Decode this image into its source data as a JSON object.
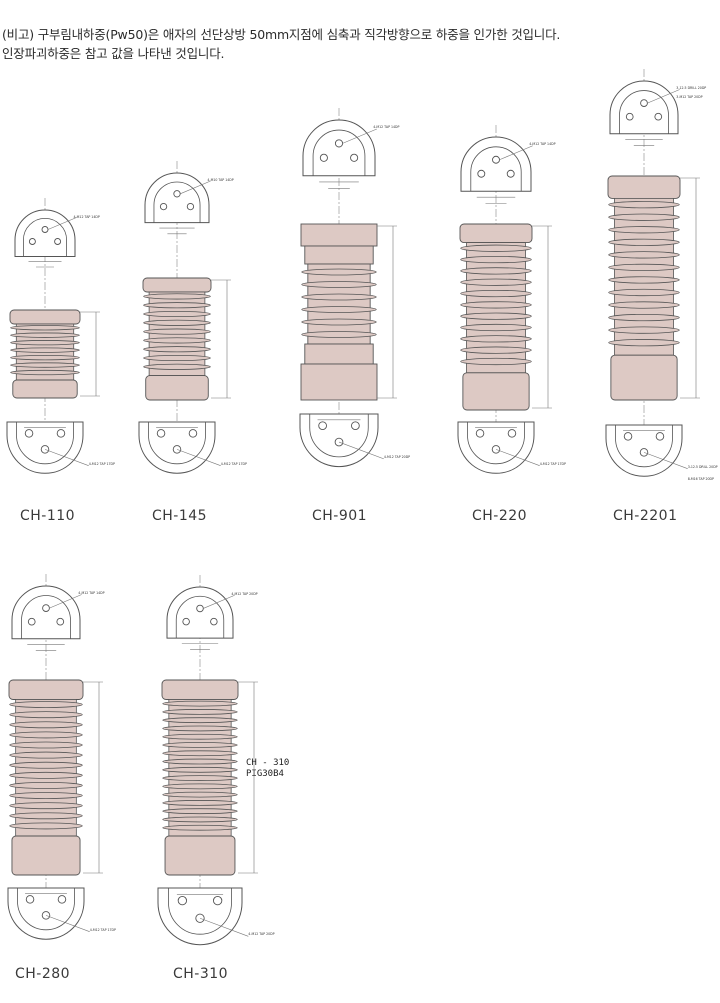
{
  "note": {
    "line1": "(비고) 구부림내하중(Pw50)은 애자의 선단상방 50mm지점에 심축과 직각방향으로 하중을 인가한 것입니다.",
    "line2": "인장파괴하중은 참고 값을 나타낸 것입니다."
  },
  "colors": {
    "body": "#ddc9c4",
    "stroke": "#555555",
    "line": "#777777"
  },
  "insulators": [
    {
      "model": "CH-110",
      "top_note": "4-M12 TAP 14DP",
      "bottom_note": "4-M12 TAP 17DP"
    },
    {
      "model": "CH-145",
      "top_note": "4-M10 TAP 14DP",
      "bottom_note": "4-M12 TAP 17DP"
    },
    {
      "model": "CH-901",
      "top_note": "4-M12 TAP 14DP",
      "bottom_note": "4-M12 TAP 20DP"
    },
    {
      "model": "CH-220",
      "top_note": "4-M12 TAP 14DP",
      "bottom_note": "4-M12 TAP 17DP"
    },
    {
      "model": "CH-2201",
      "top_note": "3-12.5 DRILL 20DP",
      "top_note2": "3-M12 TAP 20DP",
      "bottom_note": "3-12.5 DRILL 20DP",
      "bottom_note2": "8-M16 TAP 20DP"
    },
    {
      "model": "CH-280",
      "top_note": "4-M12 TAP 14DP",
      "bottom_note": "4-M12 TAP 17DP"
    },
    {
      "model": "CH-310",
      "top_note": "4-M12 TAP 20DP",
      "bottom_note": "4-M12 TAP 20DP",
      "side_label_1": "CH - 310",
      "side_label_2": "PIG30B4"
    }
  ]
}
